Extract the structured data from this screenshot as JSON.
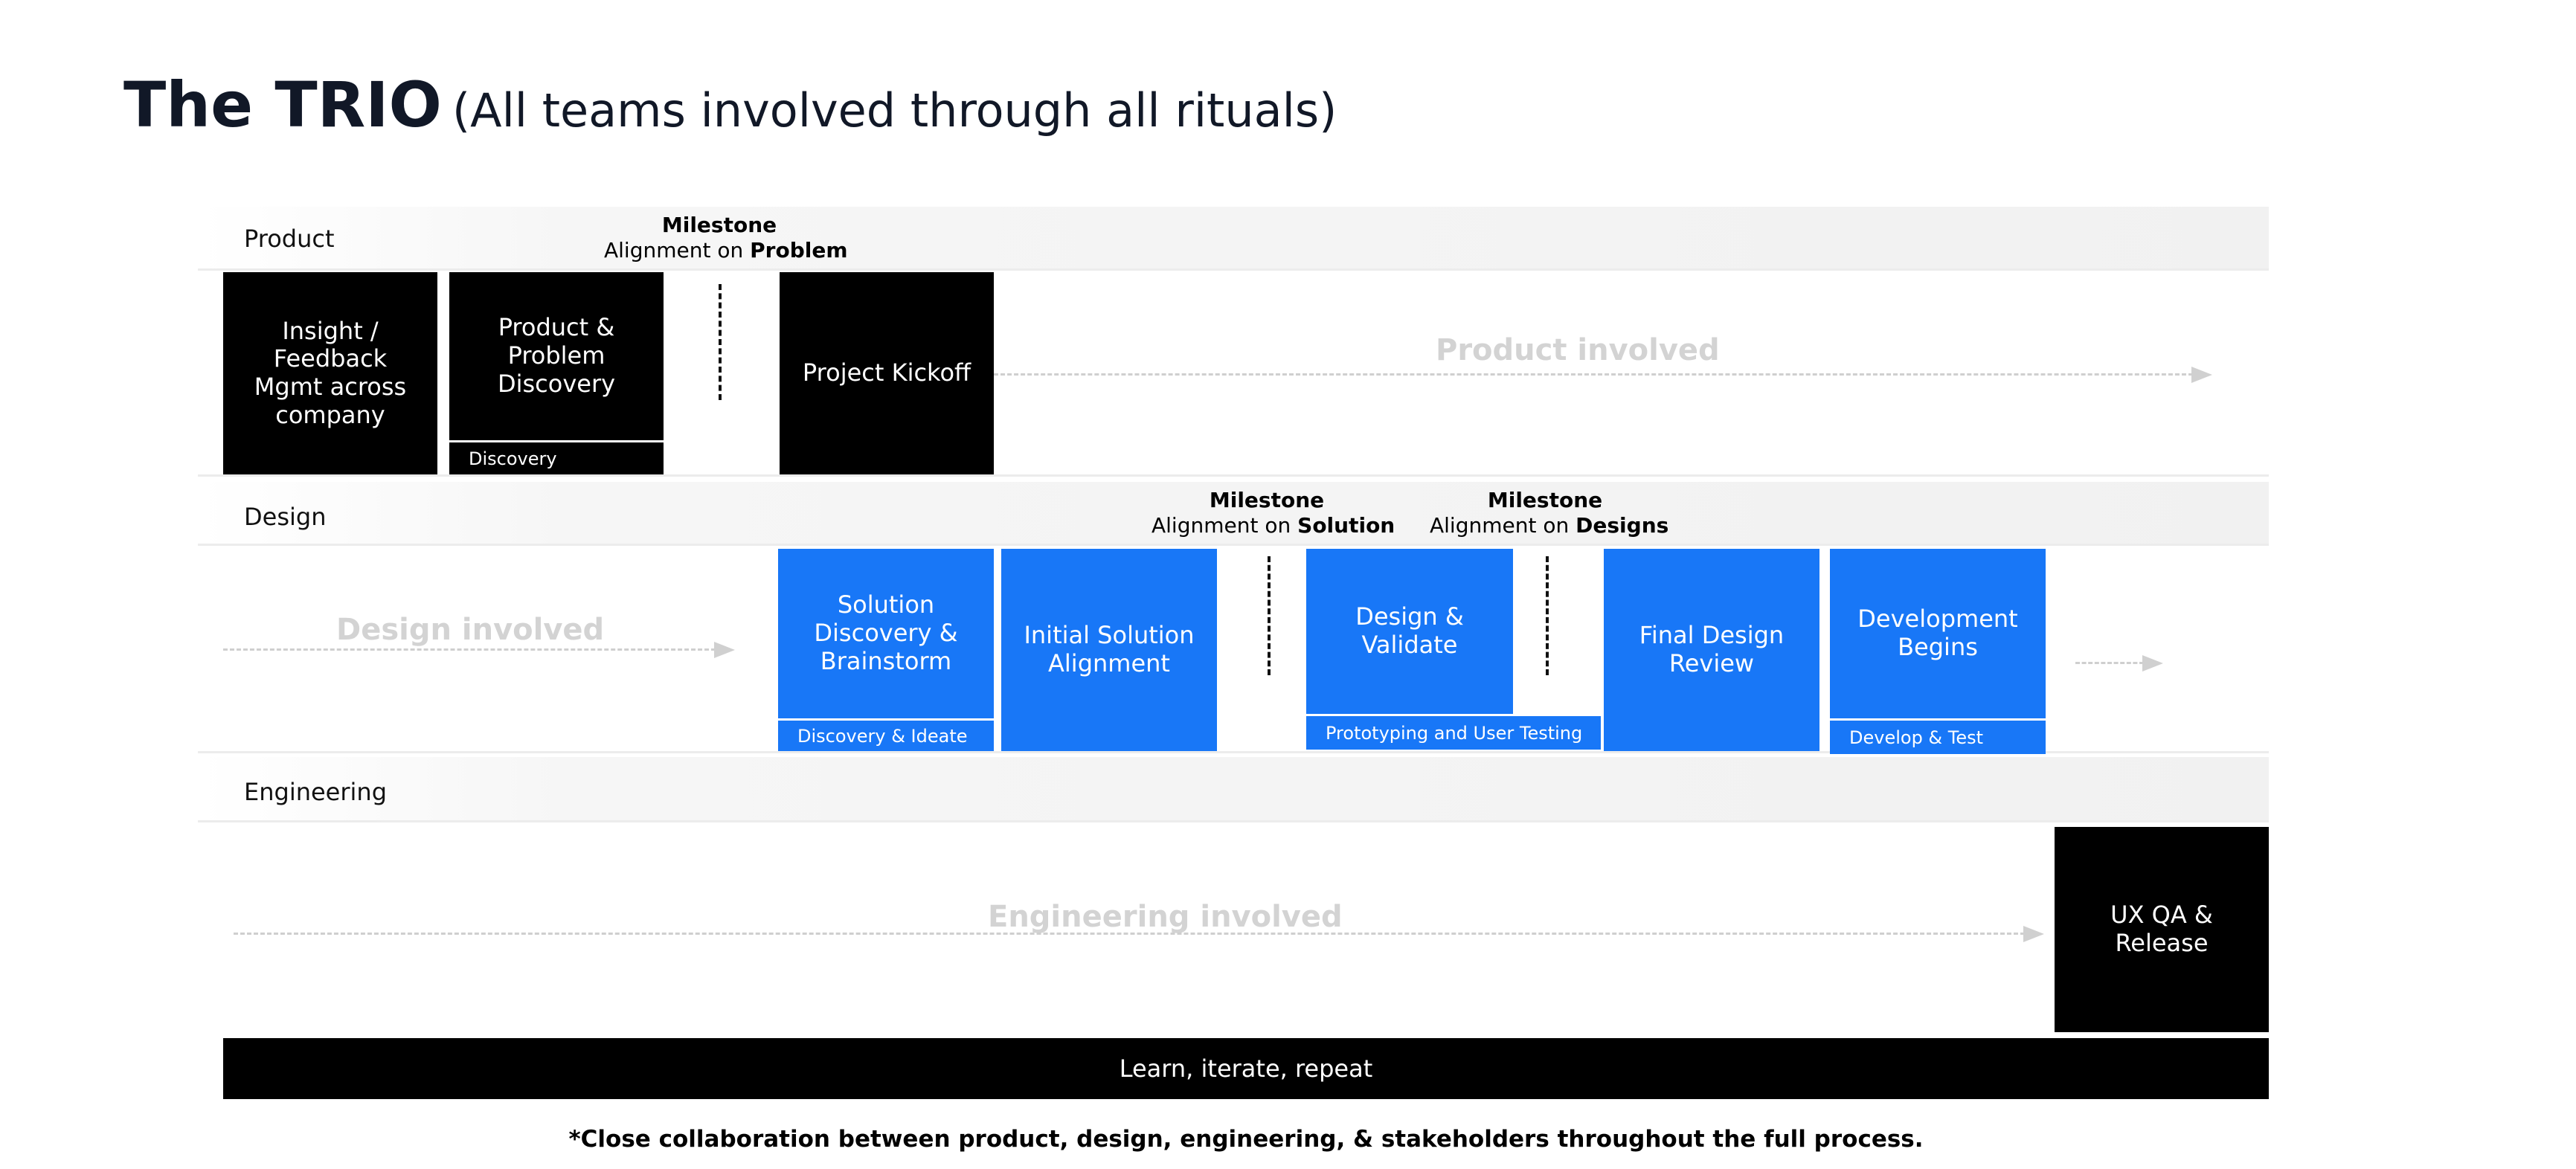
{
  "title": {
    "main": "The TRIO",
    "sub": "(All teams involved through all rituals)"
  },
  "lanes": {
    "product": "Product",
    "design": "Design",
    "engineering": "Engineering"
  },
  "product_boxes": {
    "insight": "Insight / Feedback Mgmt across company",
    "discovery": "Product & Problem Discovery",
    "discovery_sub": "Discovery",
    "kickoff": "Project Kickoff"
  },
  "design_boxes": {
    "solution_discovery": "Solution Discovery & Brainstorm",
    "solution_discovery_sub": "Discovery & Ideate",
    "initial_alignment": "Initial Solution Alignment",
    "design_validate": "Design & Validate",
    "prototyping_sub": "Prototyping and User Testing",
    "final_review": "Final Design Review",
    "dev_begins": "Development Begins",
    "dev_sub": "Develop & Test"
  },
  "engineering_boxes": {
    "ux_qa": "UX QA & Release"
  },
  "milestones": {
    "problem": {
      "label": "Milestone",
      "prefix": "Alignment on",
      "strong": "Problem"
    },
    "solution": {
      "label": "Milestone",
      "prefix": "Alignment on",
      "strong": "Solution"
    },
    "designs": {
      "label": "Milestone",
      "prefix": "Alignment on",
      "strong": "Designs"
    }
  },
  "involved": {
    "product": "Product involved",
    "design": "Design involved",
    "engineering": "Engineering involved"
  },
  "footer": {
    "loop": "Learn, iterate, repeat",
    "note": "*Close collaboration between product, design, engineering, & stakeholders throughout the full process."
  },
  "colors": {
    "blue": "#1877f7",
    "black": "#000000",
    "muted": "#d3d3d3"
  }
}
